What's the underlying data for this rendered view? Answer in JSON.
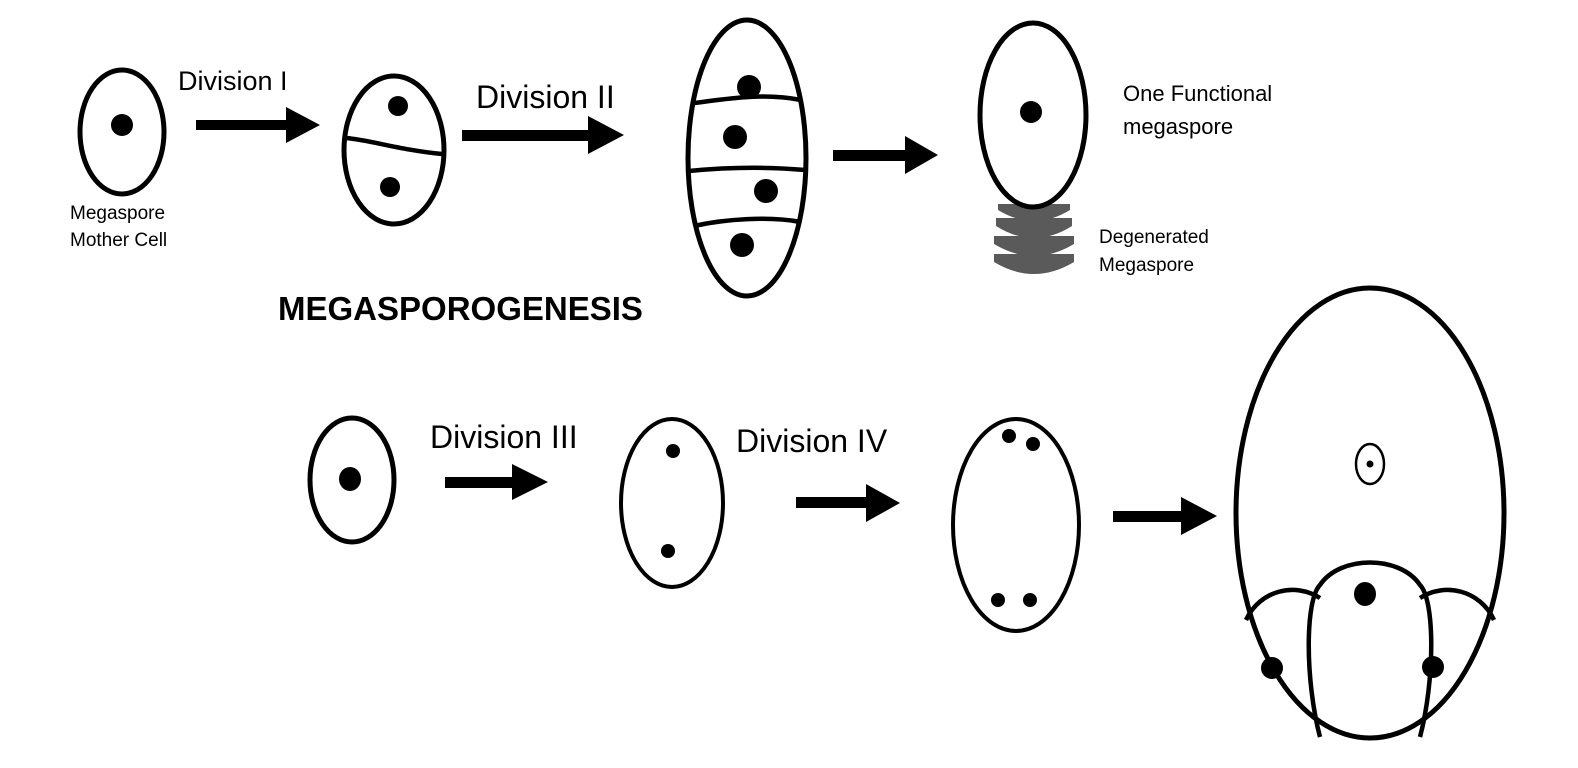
{
  "title": "MEGASPOROGENESIS",
  "labels": {
    "division_1": "Division I",
    "division_2": "Division II",
    "division_3": "Division III",
    "division_4": "Division IV",
    "mother_cell_line1": "Megaspore",
    "mother_cell_line2": "Mother Cell",
    "functional_line1": "One Functional",
    "functional_line2": "megaspore",
    "degenerated_line1": "Degenerated",
    "degenerated_line2": "Megaspore"
  },
  "colors": {
    "outline": "#000000",
    "degenerated_fill": "#5a5a5a",
    "background": "#ffffff"
  }
}
